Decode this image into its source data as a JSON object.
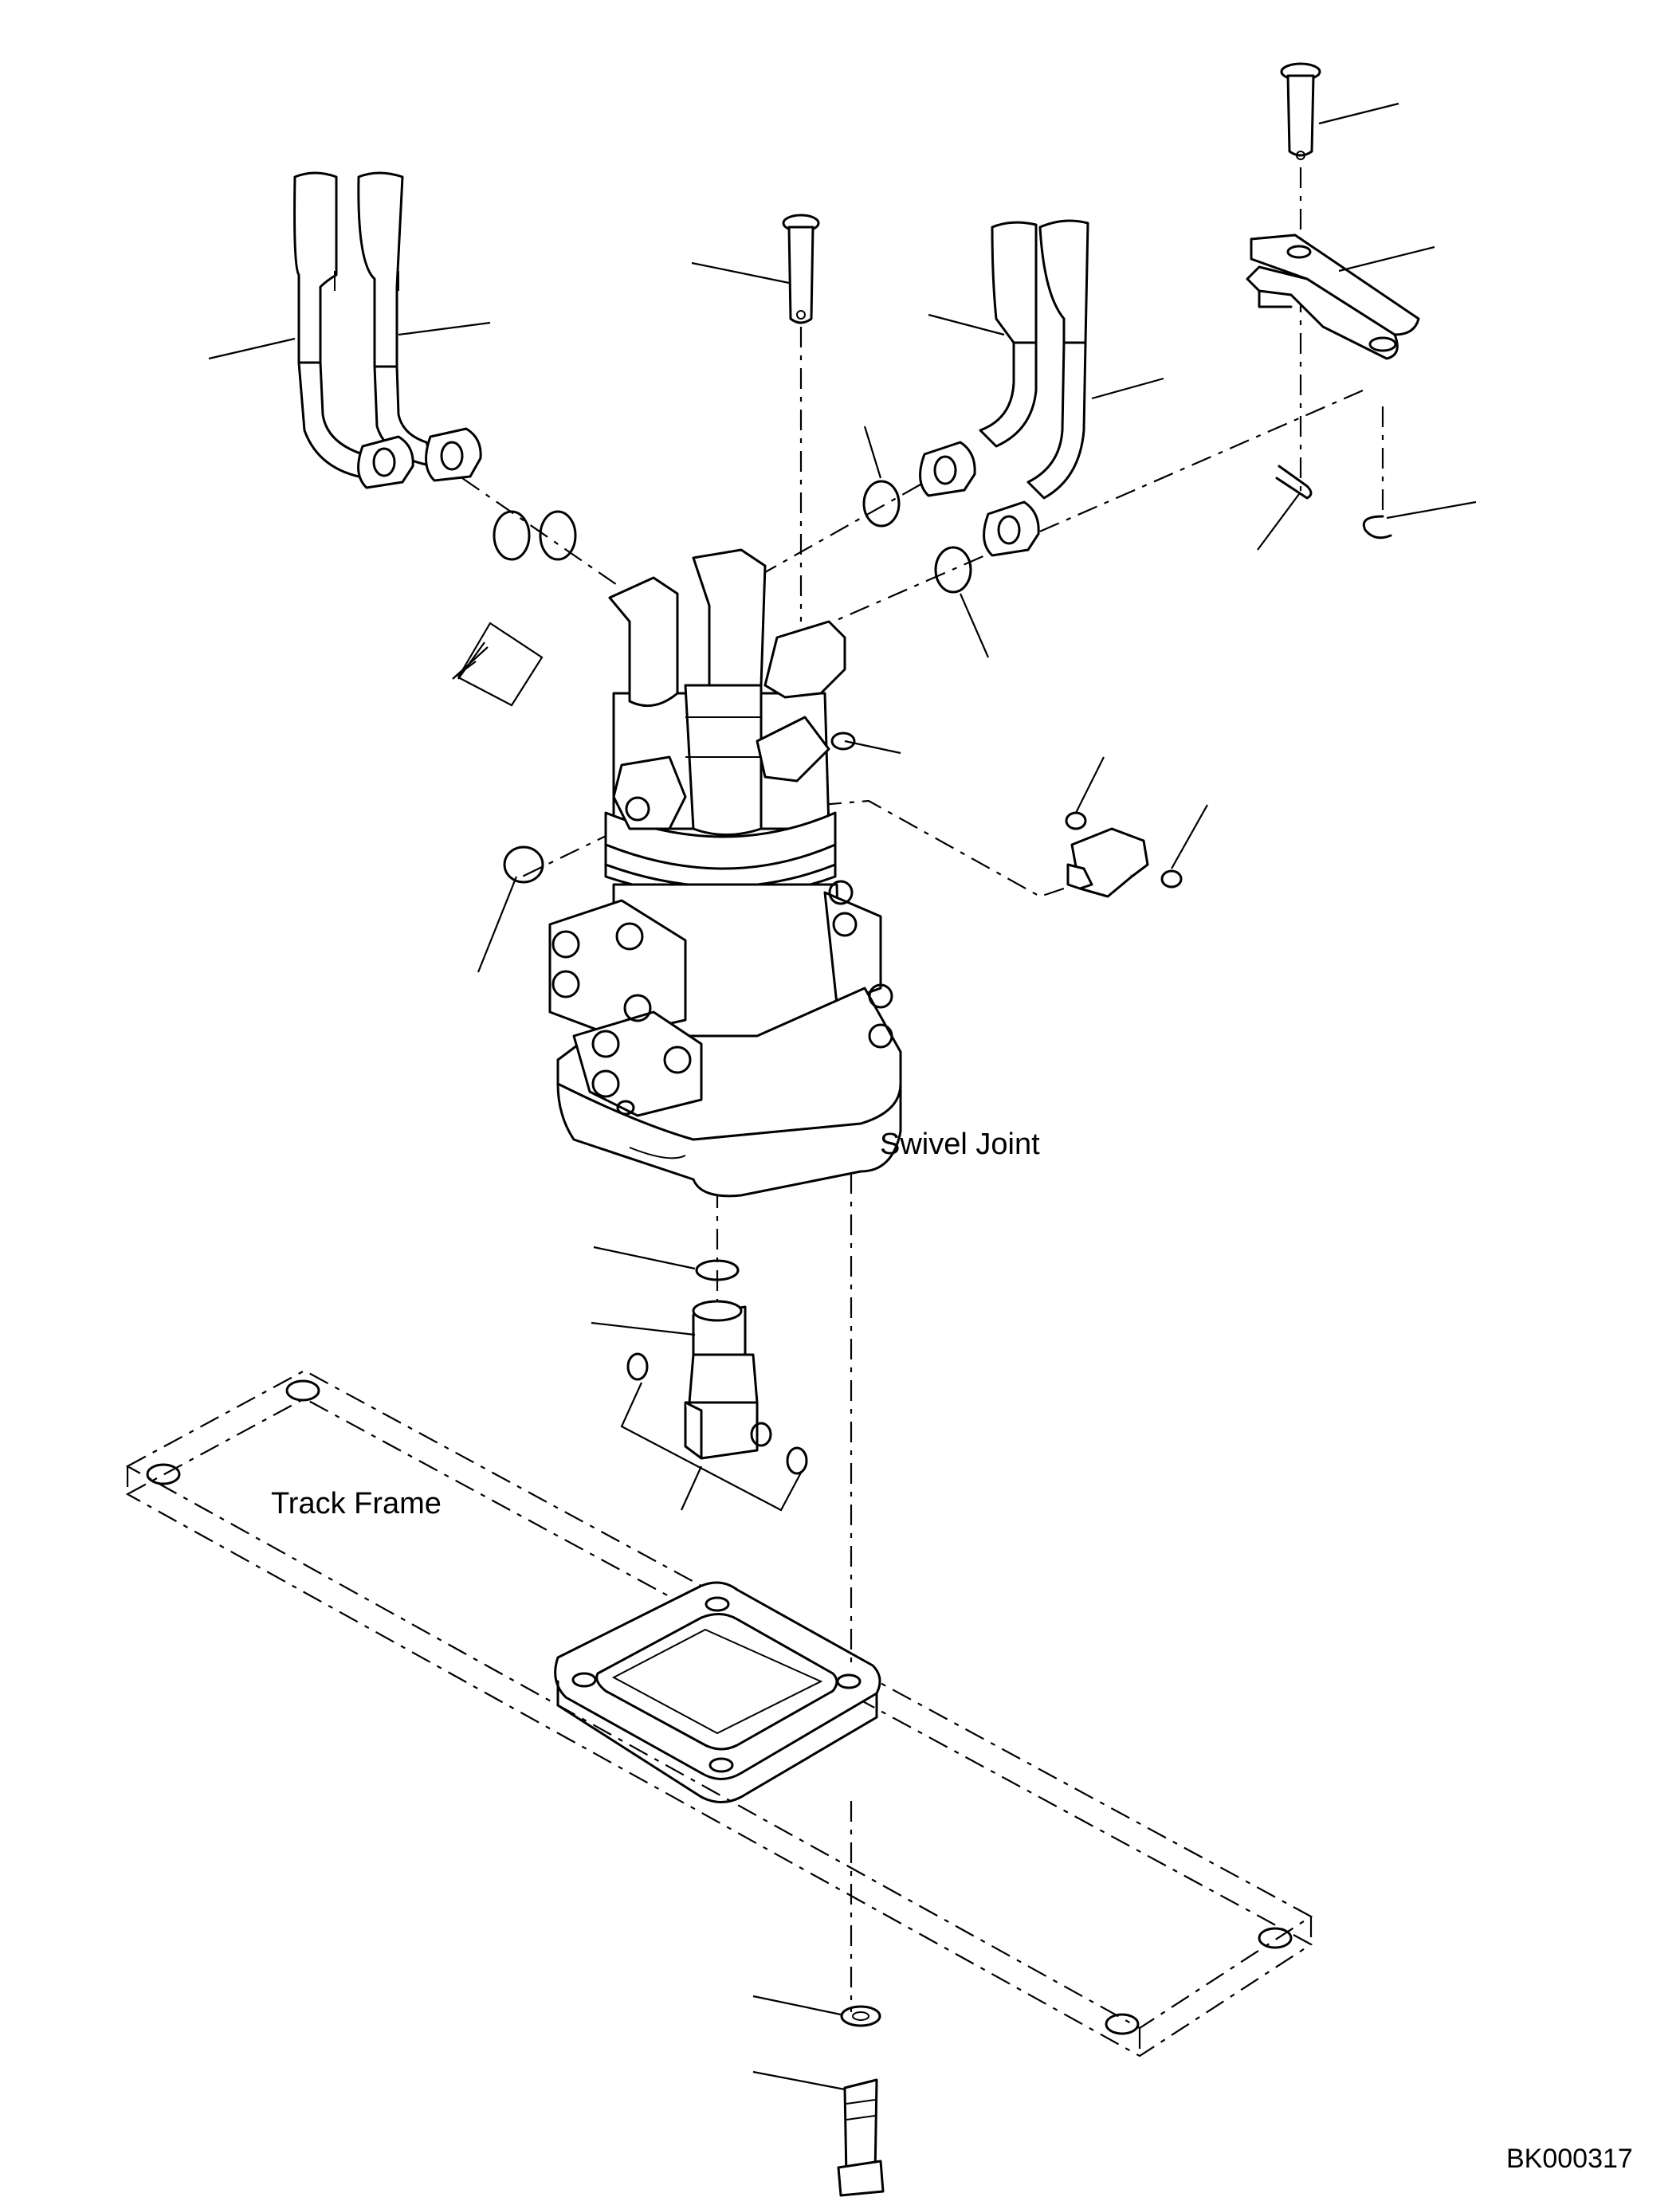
{
  "labels": {
    "swivel_joint": "Swivel Joint",
    "track_frame": "Track Frame"
  },
  "drawing_id": "BK000317"
}
